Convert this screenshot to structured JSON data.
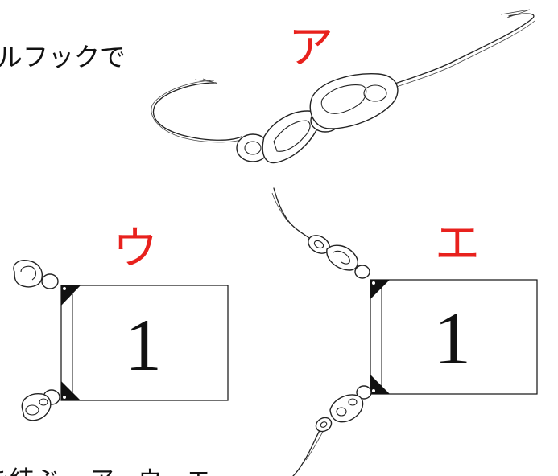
{
  "text_top": "ルフックで",
  "text_bottom": "を結ぶ。 ア・ウ・エ",
  "labels": {
    "a": "ア",
    "u": "ウ",
    "e": "エ"
  },
  "flags": {
    "u": {
      "number": "1"
    },
    "e": {
      "number": "1"
    }
  },
  "colors": {
    "label": "#e8211d",
    "ink": "#111111"
  }
}
